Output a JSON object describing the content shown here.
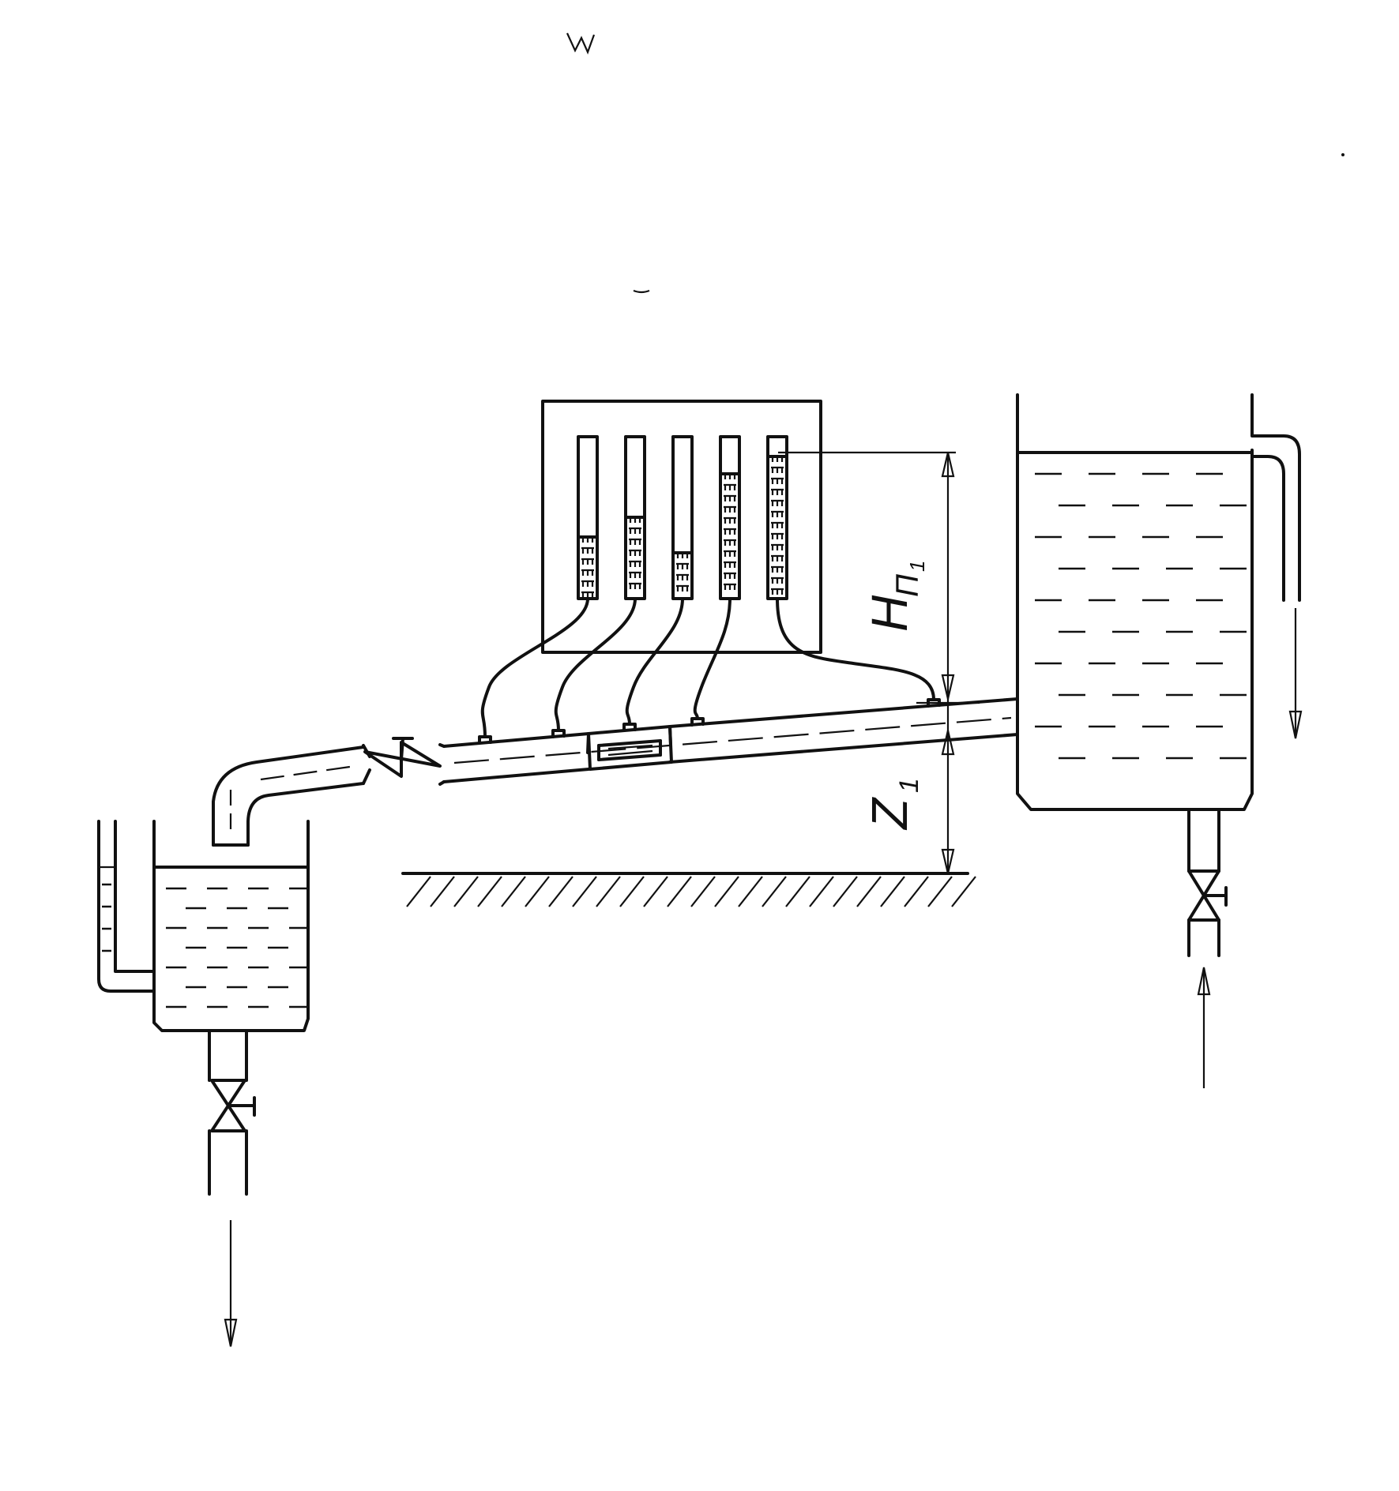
{
  "labels": {
    "head_symbol": "H",
    "head_subscript": "П",
    "head_index": "1",
    "elevation_symbol": "Z",
    "elevation_index": "1"
  },
  "piezometer_count": 5
}
